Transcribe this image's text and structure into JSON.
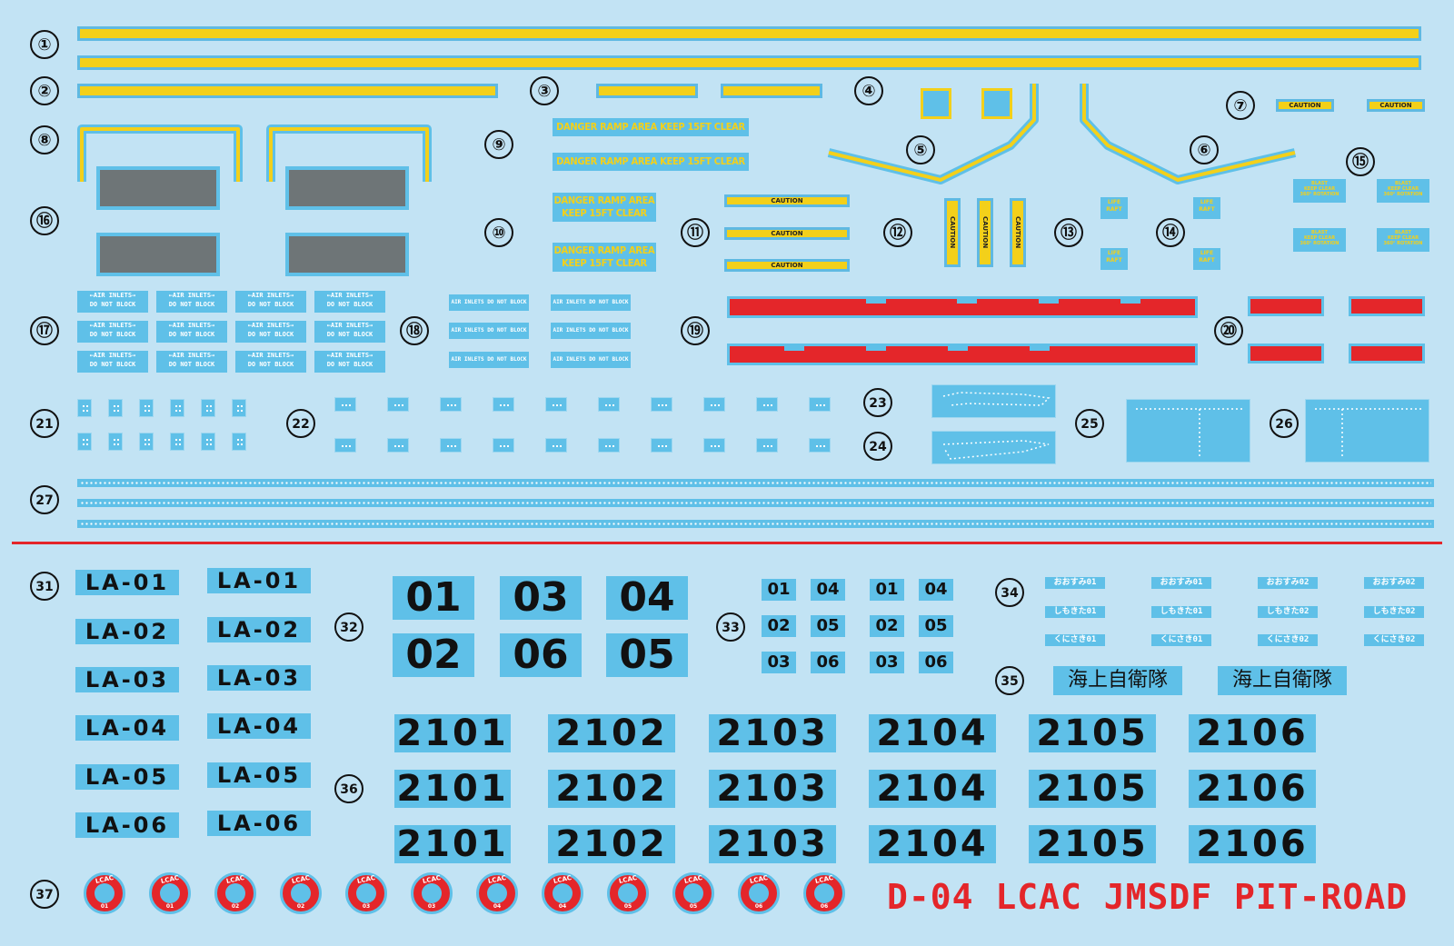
{
  "section_numbers": [
    "①",
    "②",
    "③",
    "④",
    "⑤",
    "⑥",
    "⑦",
    "⑧",
    "⑨",
    "⑩",
    "⑪",
    "⑫",
    "⑬",
    "⑭",
    "⑮",
    "⑯",
    "⑰",
    "⑱",
    "⑲",
    "⑳",
    "21",
    "22",
    "23",
    "24",
    "25",
    "26",
    "27",
    "31",
    "32",
    "33",
    "34",
    "35",
    "36",
    "37"
  ],
  "caution": "CAUTION",
  "danger_one_line": "DANGER RAMP AREA KEEP 15FT CLEAR",
  "danger_line1": "DANGER RAMP AREA",
  "danger_line2": "KEEP 15FT CLEAR",
  "air_inlets_line1": "←AIR INLETS→",
  "air_inlets_line2": "DO NOT BLOCK",
  "air_inlets_one_line": "AIR INLETS DO NOT BLOCK",
  "lift_raft_line1": "LIFE",
  "lift_raft_line2": "RAFT",
  "blast_line1": "BLAST",
  "blast_line2": "KEEP CLEAR",
  "blast_line3": "360° ROTATION",
  "la_codes": [
    "LA-01",
    "LA-02",
    "LA-03",
    "LA-04",
    "LA-05",
    "LA-06"
  ],
  "big_numbers": [
    [
      "01",
      "03",
      "04"
    ],
    [
      "02",
      "06",
      "05"
    ]
  ],
  "small_numbers": [
    [
      "01",
      "04",
      "01",
      "04"
    ],
    [
      "02",
      "05",
      "02",
      "05"
    ],
    [
      "03",
      "06",
      "03",
      "06"
    ]
  ],
  "jp_tags": [
    [
      "おおすみ01",
      "おおすみ01",
      "おおすみ02",
      "おおすみ02"
    ],
    [
      "しもきた01",
      "しもきた01",
      "しもきた02",
      "しもきた02"
    ],
    [
      "くにさき01",
      "くにさき01",
      "くにさき02",
      "くにさき02"
    ]
  ],
  "kanji": "海上自衛隊",
  "hull_numbers": [
    "2101",
    "2102",
    "2103",
    "2104",
    "2105",
    "2106"
  ],
  "roundel_top": "LCAC",
  "roundel_numbers": [
    "01",
    "01",
    "02",
    "02",
    "03",
    "03",
    "04",
    "04",
    "05",
    "05",
    "06",
    "06"
  ],
  "sheet_title": "D-04 LCAC JMSDF PIT-ROAD",
  "colors": {
    "background": "#c2e3f4",
    "cyan": "#5fc0e8",
    "yellow": "#f3d01a",
    "red": "#e4262a",
    "black": "#111111"
  }
}
